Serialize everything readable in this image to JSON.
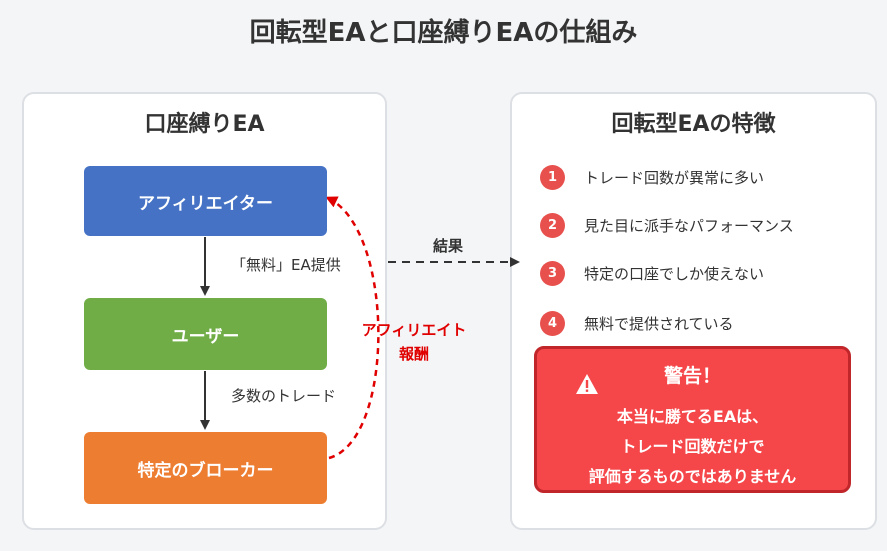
{
  "title": "回転型EAと口座縛りEAの仕組み",
  "left_panel": {
    "title": "口座縛りEA",
    "nodes": {
      "affiliate": "アフィリエイター",
      "user": "ユーザー",
      "broker": "特定のブローカー"
    },
    "edges": {
      "affiliate_to_user": "「無料」EA提供",
      "user_to_broker": "多数のトレード",
      "broker_to_affiliate_line1": "アフィリエイト",
      "broker_to_affiliate_line2": "報酬"
    }
  },
  "connector_label": "結果",
  "right_panel": {
    "title": "回転型EAの特徴",
    "features": [
      {
        "num": "1",
        "text": "トレード回数が異常に多い"
      },
      {
        "num": "2",
        "text": "見た目に派手なパフォーマンス"
      },
      {
        "num": "3",
        "text": "特定の口座でしか使えない"
      },
      {
        "num": "4",
        "text": "無料で提供されている"
      }
    ],
    "warning": {
      "title": "警告！",
      "lines": [
        "本当に勝てるEAは、",
        "トレード回数だけで",
        "評価するものではありません"
      ]
    }
  },
  "colors": {
    "affiliate": "#4572c4",
    "user": "#70ad47",
    "broker": "#ed7d31",
    "number_badge": "#e8504d",
    "warning_bg": "#f5474a",
    "affiliate_reward": "#e00000"
  },
  "icons": {
    "warning": "warning-triangle-icon"
  }
}
